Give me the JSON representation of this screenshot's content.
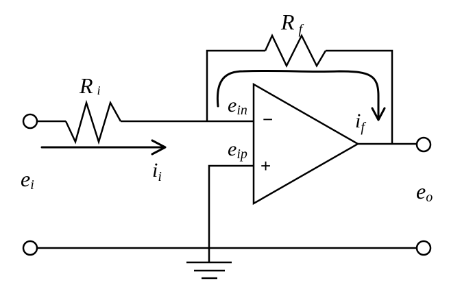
{
  "diagram": {
    "title": "Inverting operational amplifier circuit",
    "components": {
      "input_resistor": {
        "symbol": "R",
        "subscript": "i"
      },
      "feedback_resistor": {
        "symbol": "R",
        "subscript": "f"
      },
      "op_amp": {
        "inverting_sign": "−",
        "noninverting_sign": "+"
      },
      "ground": {
        "name": "ground-symbol"
      }
    },
    "labels": {
      "input_voltage": {
        "main": "e",
        "sub": "i"
      },
      "output_voltage": {
        "main": "e",
        "sub": "o"
      },
      "inverting_node": {
        "main": "e",
        "sub": "in"
      },
      "noninverting_node": {
        "main": "e",
        "sub": "ip"
      },
      "input_current": {
        "main": "i",
        "sub": "i"
      },
      "feedback_current": {
        "main": "i",
        "sub": "f"
      }
    }
  }
}
